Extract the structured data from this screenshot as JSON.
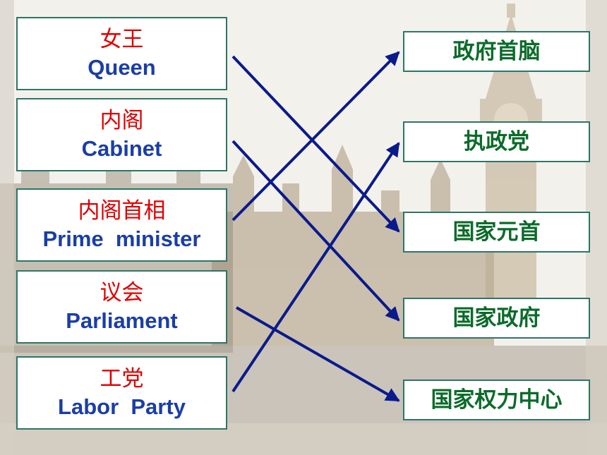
{
  "left_items": [
    {
      "zh": "女王",
      "en": "Queen"
    },
    {
      "zh": "内阁",
      "en": "Cabinet"
    },
    {
      "zh": "内阁首相",
      "en": "Prime  minister"
    },
    {
      "zh": "议会",
      "en": "Parliament"
    },
    {
      "zh": "工党",
      "en": "Labor  Party"
    }
  ],
  "right_items": [
    {
      "zh": "政府首脑"
    },
    {
      "zh": "执政党"
    },
    {
      "zh": "国家元首"
    },
    {
      "zh": "国家政府"
    },
    {
      "zh": "国家权力中心"
    }
  ],
  "colors": {
    "arrow": "#0a1a8c",
    "box_border": "#2e7568",
    "left_zh": "#e00000",
    "left_en": "#1a3ea6",
    "right_zh": "#0b6b2a"
  }
}
